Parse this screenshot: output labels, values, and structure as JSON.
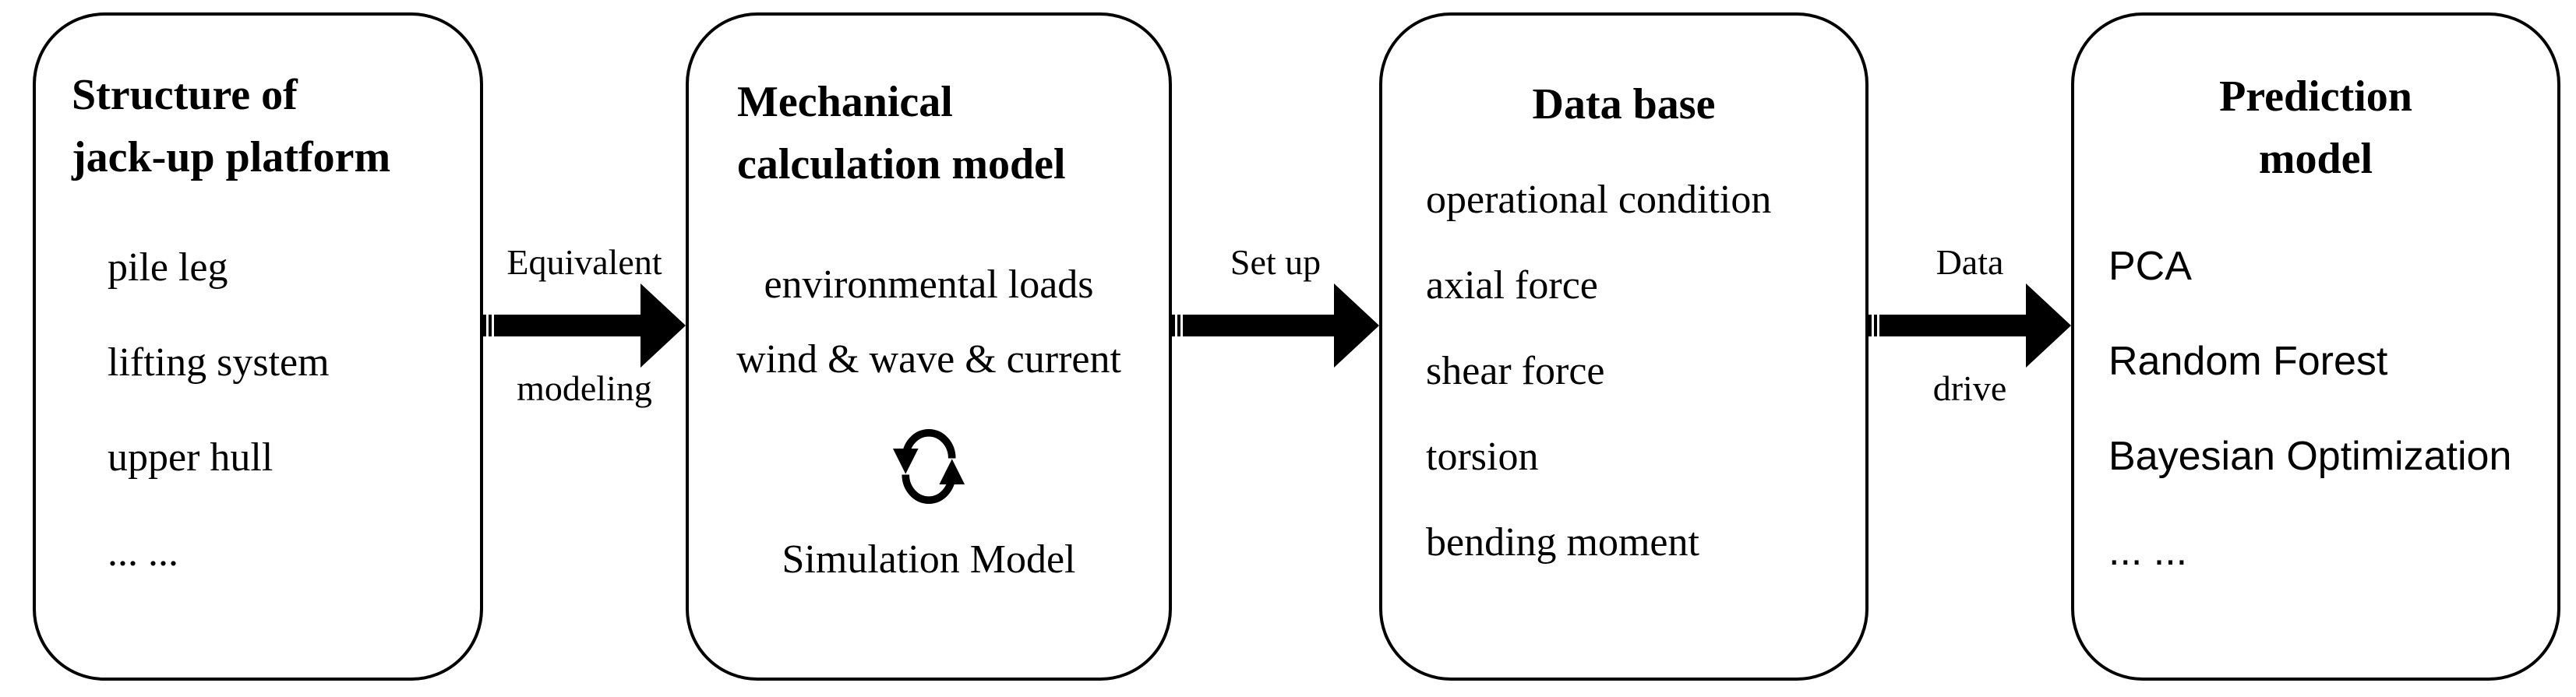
{
  "colors": {
    "ink": "#000000",
    "background": "#ffffff"
  },
  "diagram": {
    "boxes": [
      {
        "name": "structure-of-jack-up-platform",
        "title_lines": [
          "Structure of",
          "jack-up platform"
        ],
        "items": [
          "pile leg",
          "lifting system",
          "upper hull",
          "... ..."
        ]
      },
      {
        "name": "mechanical-calculation-model",
        "title_lines": [
          "Mechanical",
          "calculation model"
        ],
        "items": [
          "environmental loads",
          "wind & wave & current"
        ],
        "icon": "cycle-arrows-icon",
        "footer_item": "Simulation Model"
      },
      {
        "name": "data-base",
        "title_lines": [
          "Data base"
        ],
        "items": [
          "operational condition",
          "axial force",
          "shear force",
          "torsion",
          "bending moment"
        ]
      },
      {
        "name": "prediction-model",
        "title_lines": [
          "Prediction",
          "model"
        ],
        "items": [
          "PCA",
          "Random Forest",
          "Bayesian Optimization",
          "... ..."
        ]
      }
    ],
    "arrows": [
      {
        "label_top": "Equivalent",
        "label_bottom": "modeling"
      },
      {
        "label_top": "Set up"
      },
      {
        "label_top": "Data",
        "label_bottom": "drive"
      }
    ]
  }
}
